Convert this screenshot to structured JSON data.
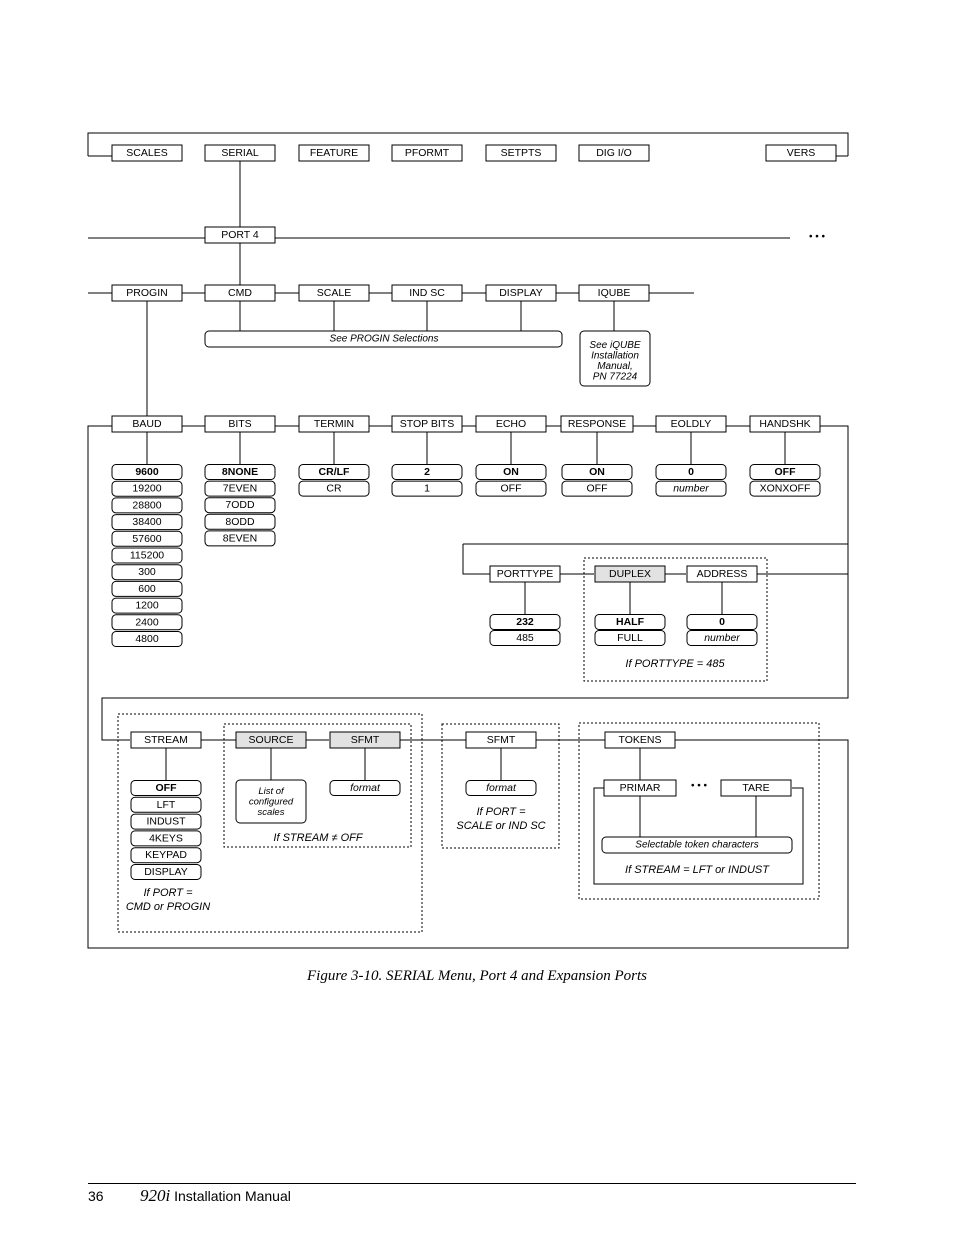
{
  "top_menu": [
    "SCALES",
    "SERIAL",
    "FEATURE",
    "PFORMT",
    "SETPTS",
    "DIG I/O",
    "VERS"
  ],
  "port": {
    "label": "PORT 4",
    "ellipsis": "• • •"
  },
  "progin_row": [
    "PROGIN",
    "CMD",
    "SCALE",
    "IND SC",
    "DISPLAY",
    "IQUBE"
  ],
  "progin_note": "See PROGIN Selections",
  "iqube_note": [
    "See iQUBE",
    "Installation",
    "Manual,",
    "PN 77224"
  ],
  "param_row": [
    {
      "label": "BAUD",
      "options": [
        "9600",
        "19200",
        "28800",
        "38400",
        "57600",
        "115200",
        "300",
        "600",
        "1200",
        "2400",
        "4800"
      ],
      "italic": false
    },
    {
      "label": "BITS",
      "options": [
        "8NONE",
        "7EVEN",
        "7ODD",
        "8ODD",
        "8EVEN"
      ],
      "italic": false
    },
    {
      "label": "TERMIN",
      "options": [
        "CR/LF",
        "CR"
      ],
      "italic": false
    },
    {
      "label": "STOP BITS",
      "options": [
        "2",
        "1"
      ],
      "italic": false
    },
    {
      "label": "ECHO",
      "options": [
        "ON",
        "OFF"
      ],
      "italic": false
    },
    {
      "label": "RESPONSE",
      "options": [
        "ON",
        "OFF"
      ],
      "italic": false
    },
    {
      "label": "EOLDLY",
      "options": [
        "0",
        "number"
      ],
      "italic": true
    },
    {
      "label": "HANDSHK",
      "options": [
        "OFF",
        "XONXOFF"
      ],
      "italic": false
    }
  ],
  "porttype": {
    "label": "PORTTYPE",
    "options": [
      "232",
      "485"
    ]
  },
  "duplex": {
    "label": "DUPLEX",
    "options": [
      "HALF",
      "FULL"
    ]
  },
  "address": {
    "label": "ADDRESS",
    "options": [
      "0",
      "number"
    ]
  },
  "if_porttype_note": "If PORTTYPE = 485",
  "stream": {
    "label": "STREAM",
    "options": [
      "OFF",
      "LFT",
      "INDUST",
      "4KEYS",
      "KEYPAD",
      "DISPLAY"
    ]
  },
  "if_port_cmd_note": [
    "If PORT =",
    "CMD or PROGIN"
  ],
  "source": {
    "label": "SOURCE",
    "note": [
      "List of",
      "configured",
      "scales"
    ]
  },
  "sfmt_stream": {
    "label": "SFMT",
    "note": "format"
  },
  "if_stream_note": "If STREAM ≠ OFF",
  "sfmt_scale": {
    "label": "SFMT",
    "note": "format"
  },
  "if_port_scale_note": [
    "If PORT =",
    "SCALE or IND SC"
  ],
  "tokens": {
    "label": "TOKENS",
    "primar": "PRIMAR",
    "tare": "TARE",
    "ellipsis": "• • •",
    "note": "Selectable token characters"
  },
  "if_stream_lft_note": "If STREAM  =  LFT or INDUST",
  "caption": "Figure 3-10. SERIAL Menu, Port 4 and Expansion Ports",
  "footer": {
    "page": "36",
    "model": "920i",
    "title": " Installation Manual"
  }
}
